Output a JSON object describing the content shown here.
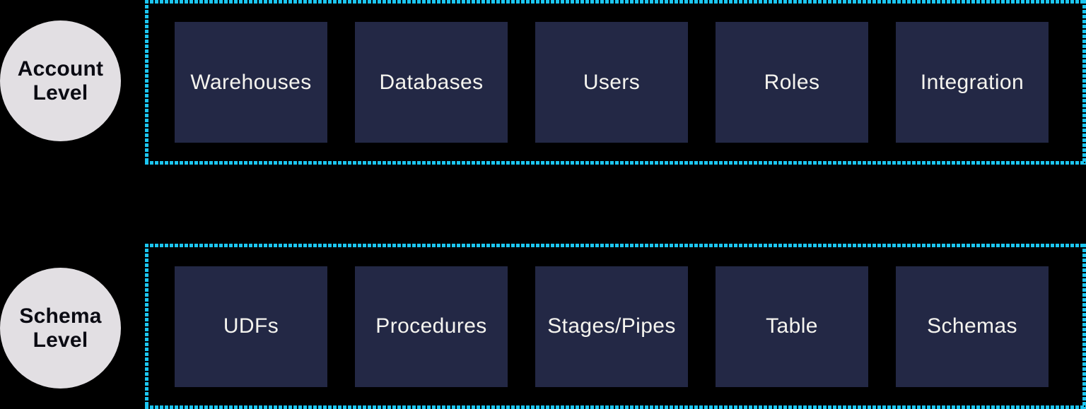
{
  "colors": {
    "background": "#000000",
    "circle_fill": "#E2DFE3",
    "circle_text": "#0B0B13",
    "box_fill": "#232845",
    "box_text": "#F5F4EF",
    "border_cyan": "#1CC6F1"
  },
  "account_group": {
    "circle_line1": "Account",
    "circle_line2": "Level",
    "items": [
      "Warehouses",
      "Databases",
      "Users",
      "Roles",
      "Integration"
    ]
  },
  "schema_group": {
    "circle_line1": "Schema",
    "circle_line2": "Level",
    "items": [
      "UDFs",
      "Procedures",
      "Stages/Pipes",
      "Table",
      "Schemas"
    ]
  }
}
